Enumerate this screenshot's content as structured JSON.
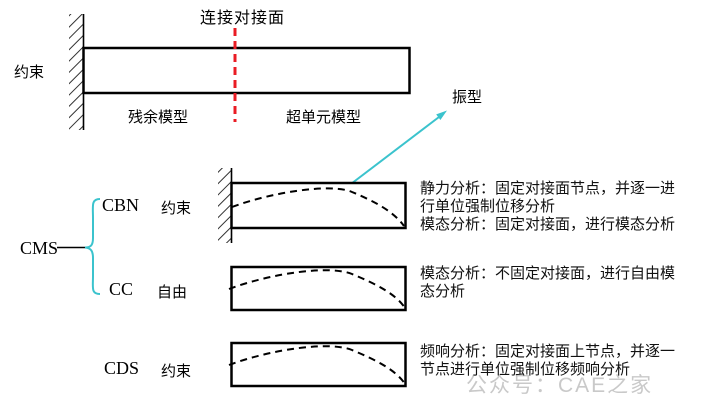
{
  "colors": {
    "accent_red": "#ea1c24",
    "accent_cyan": "#3bc3cd",
    "line_black": "#000000",
    "watermark_gray": "#c9c9c9"
  },
  "top_diagram": {
    "interface_label": "连接对接面",
    "constraint_label": "约束",
    "residual_model_label": "残余模型",
    "superelement_model_label": "超单元模型",
    "mode_shape_label": "振型"
  },
  "cms_tree": {
    "root_label": "CMS",
    "rows": [
      {
        "method": "CBN",
        "boundary": "约束",
        "desc_lines": [
          "静力分析：固定对接面节点，并逐一进",
          "行单位强制位移分析",
          "模态分析：固定对接面，进行模态分析"
        ]
      },
      {
        "method": "CC",
        "boundary": "自由",
        "desc_lines": [
          "模态分析：不固定对接面，进行自由模",
          "态分析"
        ]
      },
      {
        "method": "CDS",
        "boundary": "约束",
        "desc_lines": [
          "频响分析：固定对接面上节点，并逐一",
          "节点进行单位强制位移频响分析"
        ]
      }
    ]
  },
  "watermark": "公众号：CAE之家"
}
